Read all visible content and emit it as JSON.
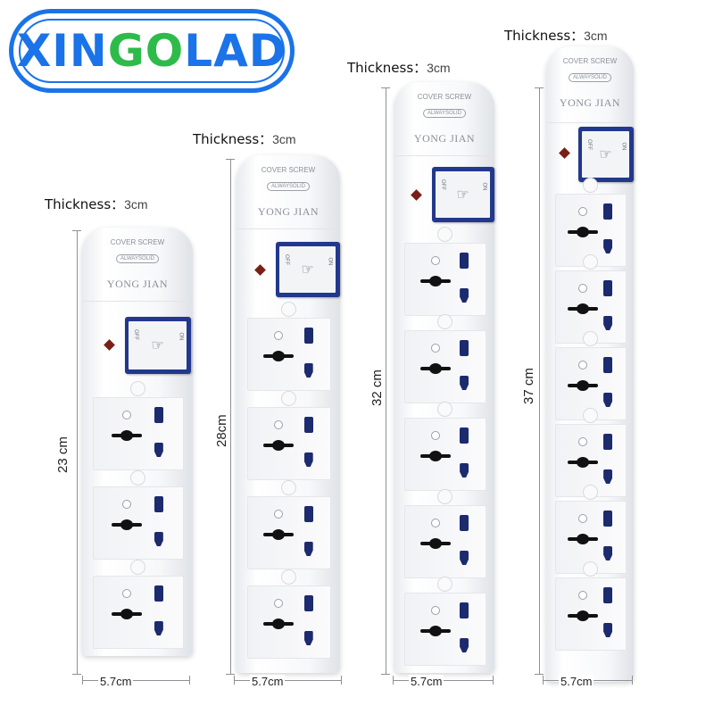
{
  "logo": {
    "text_a": "XIN",
    "text_b": "GO",
    "text_c": "LAD"
  },
  "strips": [
    {
      "thickness_label": "Thickness：",
      "thickness_value": "3cm",
      "height_label": "23 cm",
      "width_label": "5.7cm",
      "cover_text": "COVER SCREW",
      "badge_text": "ALWAYSOLID",
      "brand_text": "YONG JIAN",
      "switch_off": "OFF",
      "switch_on": "ON",
      "socket_count": 3
    },
    {
      "thickness_label": "Thickness：",
      "thickness_value": "3cm",
      "height_label": "28cm",
      "width_label": "5.7cm",
      "cover_text": "COVER SCREW",
      "badge_text": "ALWAYSOLID",
      "brand_text": "YONG JIAN",
      "switch_off": "OFF",
      "switch_on": "ON",
      "socket_count": 4
    },
    {
      "thickness_label": "Thickness：",
      "thickness_value": "3cm",
      "height_label": "32 cm",
      "width_label": "5.7cm",
      "cover_text": "COVER SCREW",
      "badge_text": "ALWAYSOLID",
      "brand_text": "YONG JIAN",
      "switch_off": "OFF",
      "switch_on": "ON",
      "socket_count": 5
    },
    {
      "thickness_label": "Thickness：",
      "thickness_value": "3cm",
      "height_label": "37 cm",
      "width_label": "5.7cm",
      "cover_text": "COVER SCREW",
      "badge_text": "ALWAYSOLID",
      "brand_text": "YONG JIAN",
      "switch_off": "OFF",
      "switch_on": "ON",
      "socket_count": 6
    }
  ],
  "colors": {
    "logo_blue": "#1a73e8",
    "logo_green": "#2dbb4a",
    "switch_blue": "#22388c",
    "led": "#7a1f16"
  }
}
